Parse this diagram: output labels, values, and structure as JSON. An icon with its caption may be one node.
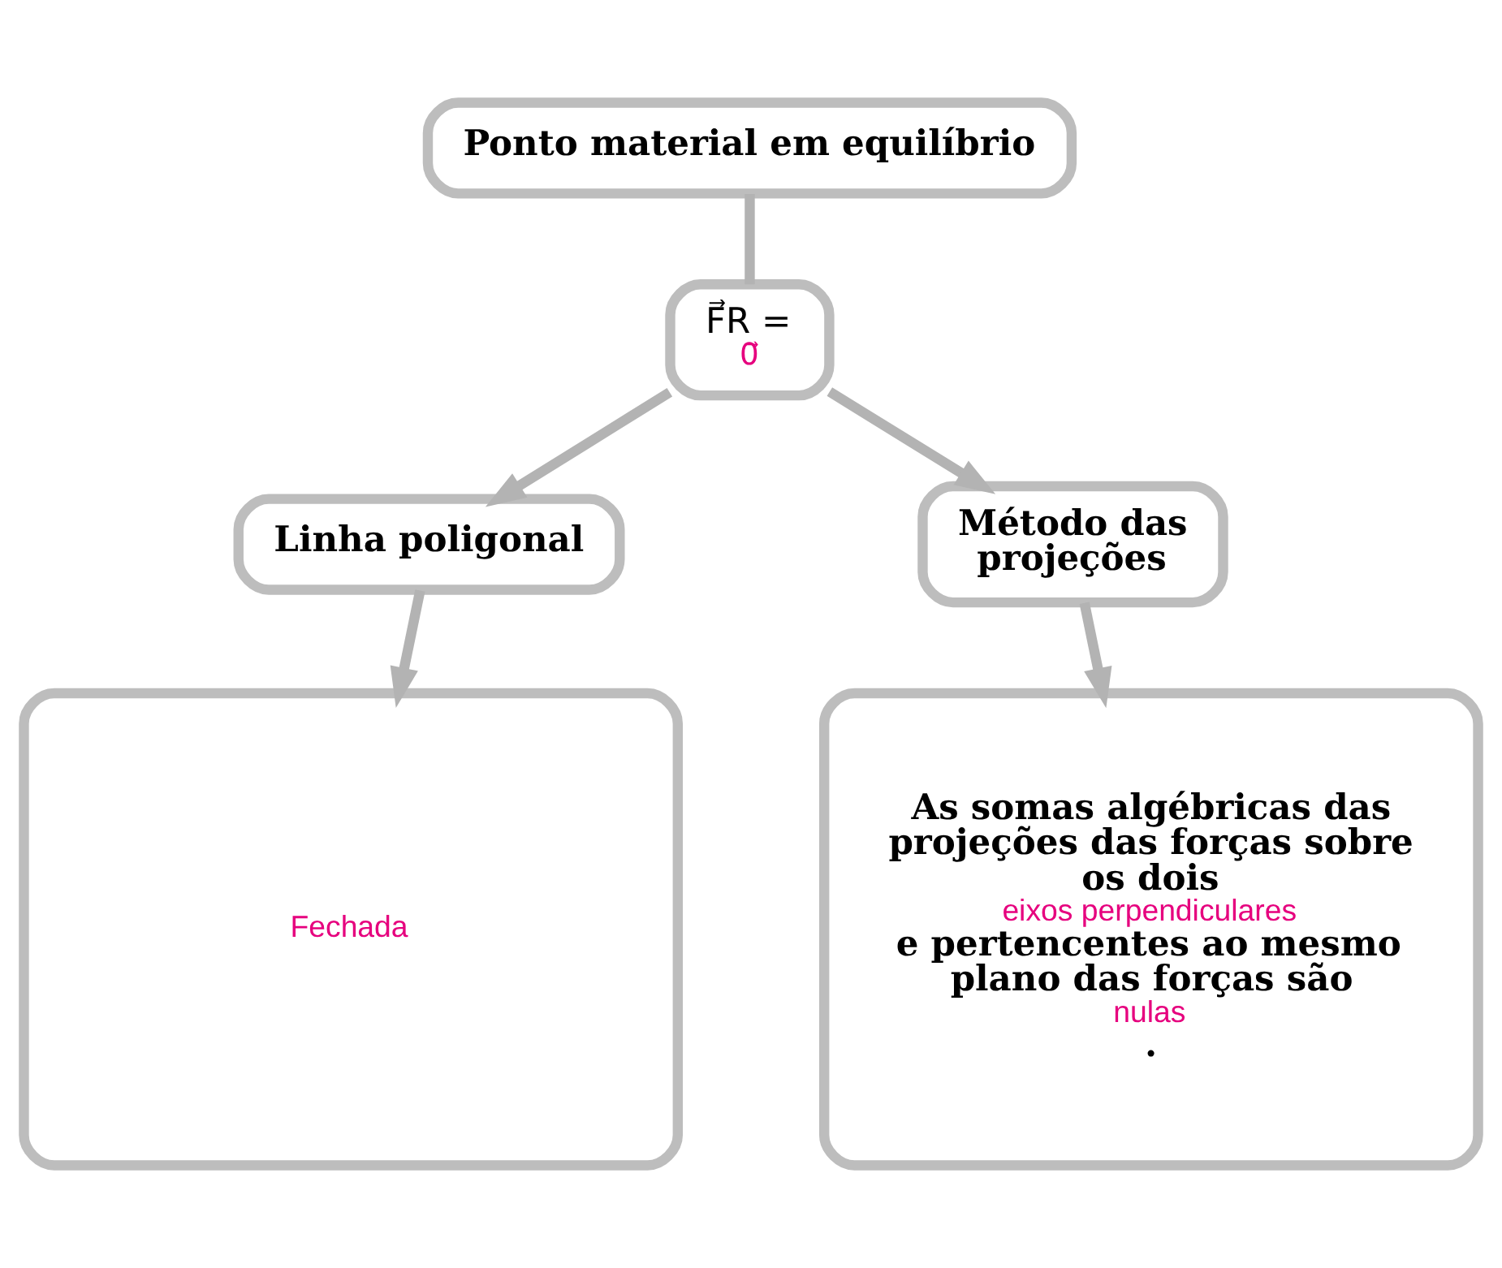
{
  "diagram": {
    "nodes": [
      {
        "text": [
          "Ponto material em equilíbrio"
        ]
      },
      {
        "text": [
          "F⃗R =",
          "0⃗"
        ]
      },
      {
        "text": [
          "Linha poligonal"
        ]
      },
      {
        "text": [
          "Método das projeções"
        ]
      },
      {
        "text": [
          "Fechada"
        ]
      },
      {
        "text": [
          "As somas algébricas das projeções das forças sobre os dois",
          "eixos perpendiculares",
          "e pertencentes ao mesmo plano das forças são",
          "nulas",
          "."
        ]
      }
    ],
    "edges": [
      {
        "from": 0,
        "to": 1,
        "arrow": "none"
      },
      {
        "from": 1,
        "to": 2,
        "arrow": "to"
      },
      {
        "from": 1,
        "to": 3,
        "arrow": "to"
      },
      {
        "from": 2,
        "to": 4,
        "arrow": "to"
      },
      {
        "from": 3,
        "to": 5,
        "arrow": "to"
      }
    ]
  }
}
